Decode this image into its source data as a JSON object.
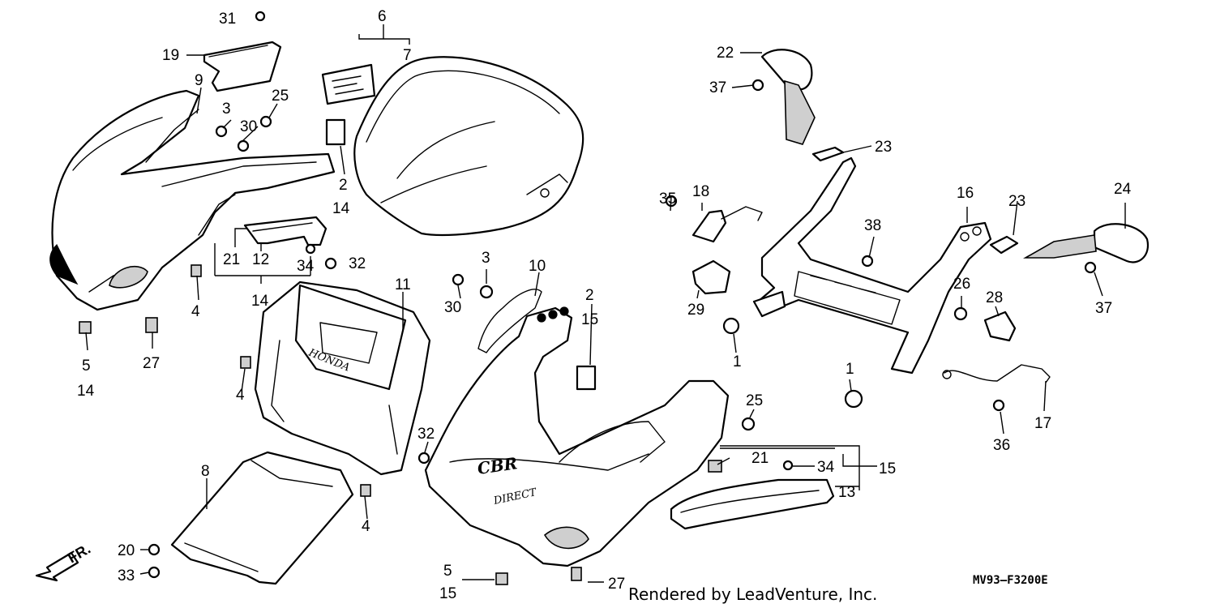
{
  "diagram_code": "MV93–F3200E",
  "credit": "Rendered by LeadVenture, Inc.",
  "direction_label": "FR.",
  "brand_emboss": "HONDA",
  "model_emboss": "CBR",
  "direct_emboss": "DIRECT",
  "callouts": {
    "c31": "31",
    "c6": "6",
    "c19": "19",
    "c7": "7",
    "c9": "9",
    "c3a": "3",
    "c25a": "25",
    "c30a": "30",
    "c2a": "2",
    "c14a": "14",
    "c21a": "21",
    "c12": "12",
    "c34a": "34",
    "c32a": "32",
    "c14b": "14",
    "c4a": "4",
    "c5a": "5",
    "c14c": "14",
    "c27a": "27",
    "c11": "11",
    "c4b": "4",
    "c3b": "3",
    "c10": "10",
    "c30b": "30",
    "c2b": "2",
    "c15a": "15",
    "c32b": "32",
    "c4c": "4",
    "c8": "8",
    "c20": "20",
    "c33": "33",
    "c5b": "5",
    "c15b": "15",
    "c27b": "27",
    "c22": "22",
    "c37a": "37",
    "c23a": "23",
    "c35": "35",
    "c18": "18",
    "c29": "29",
    "c1a": "1",
    "c16": "16",
    "c38": "38",
    "c23b": "23",
    "c24": "24",
    "c37b": "37",
    "c26": "26",
    "c28": "28",
    "c1b": "1",
    "c17": "17",
    "c36": "36",
    "c25b": "25",
    "c21b": "21",
    "c34b": "34",
    "c15c": "15",
    "c13": "13"
  }
}
